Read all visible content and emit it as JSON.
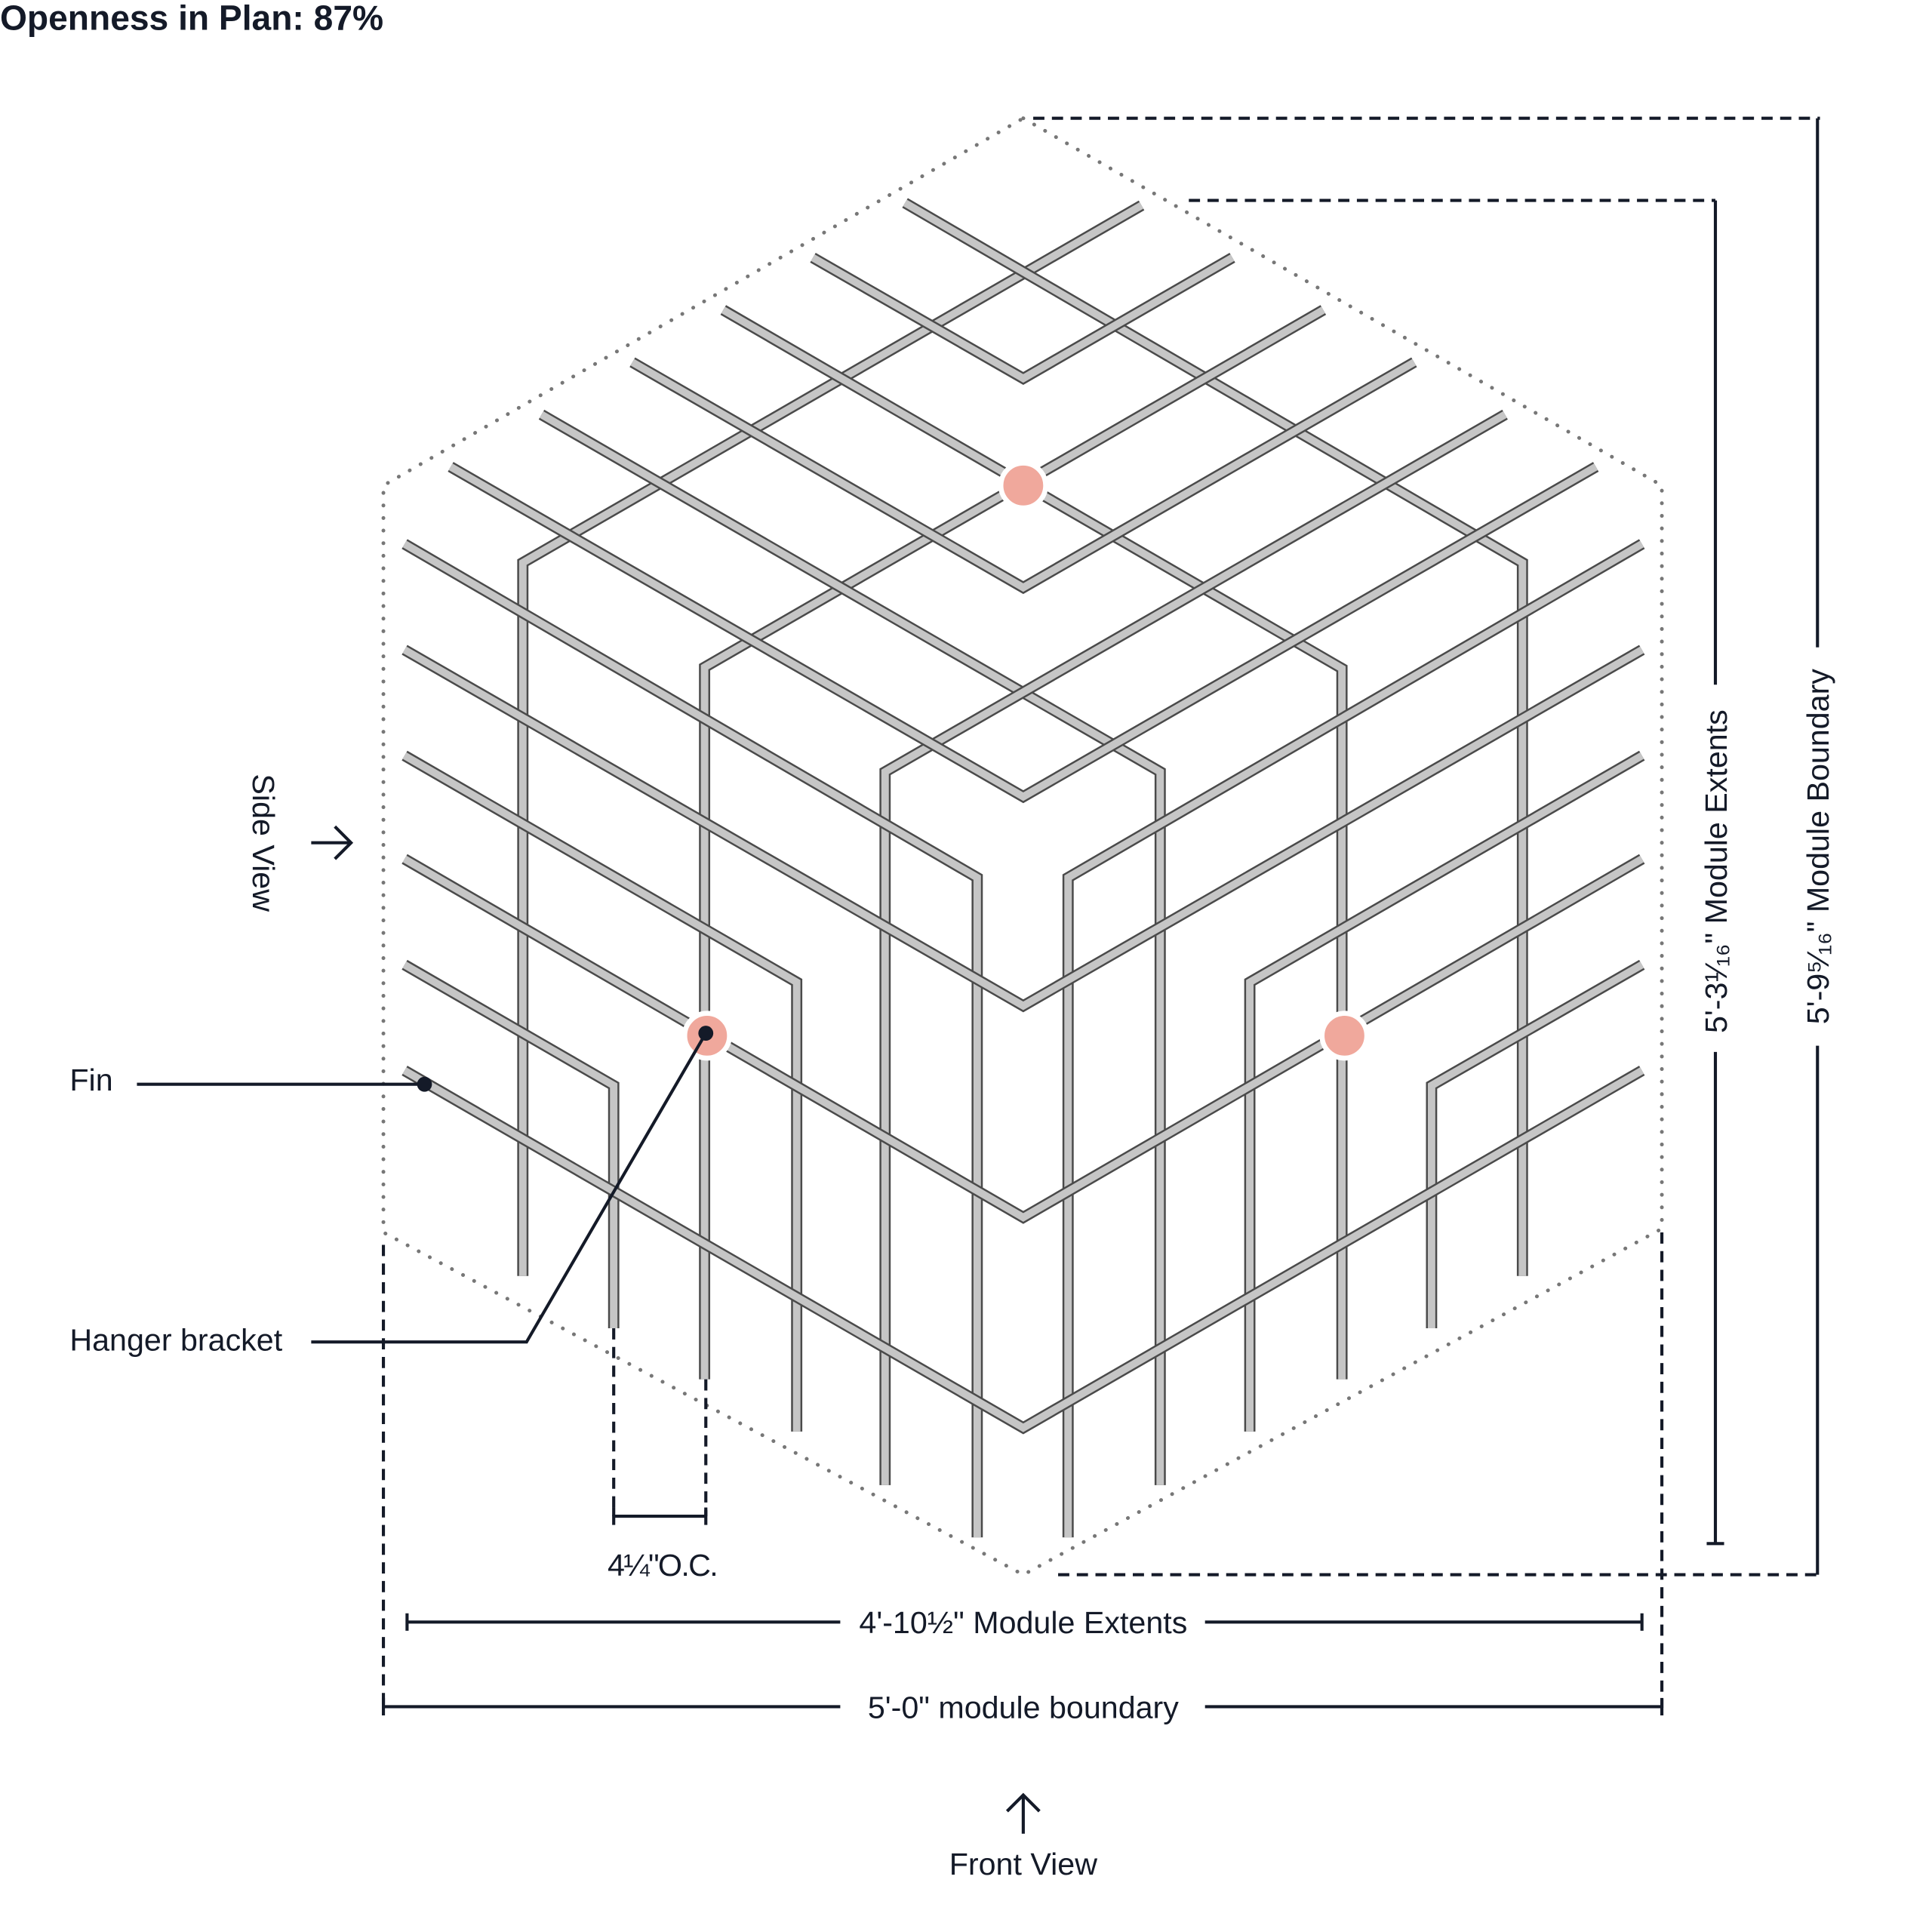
{
  "title": "Openness in Plan: 87%",
  "labels": {
    "side_view": "Side View",
    "front_view": "Front View",
    "fin": "Fin",
    "hanger_bracket": "Hanger bracket",
    "spacing": "4¼\"O.C.",
    "module_extents_width": "4'-10½\" Module Extents",
    "module_boundary_width": "5'-0\" module boundary",
    "module_extents_height": "5'-3¹⁄₁₆\" Module Extents",
    "module_boundary_height": "5'-9⁵⁄₁₆\" Module Boundary"
  },
  "colors": {
    "ink": "#141a28",
    "rod": "#c6c6c6",
    "bracket": "#f0a89c"
  }
}
